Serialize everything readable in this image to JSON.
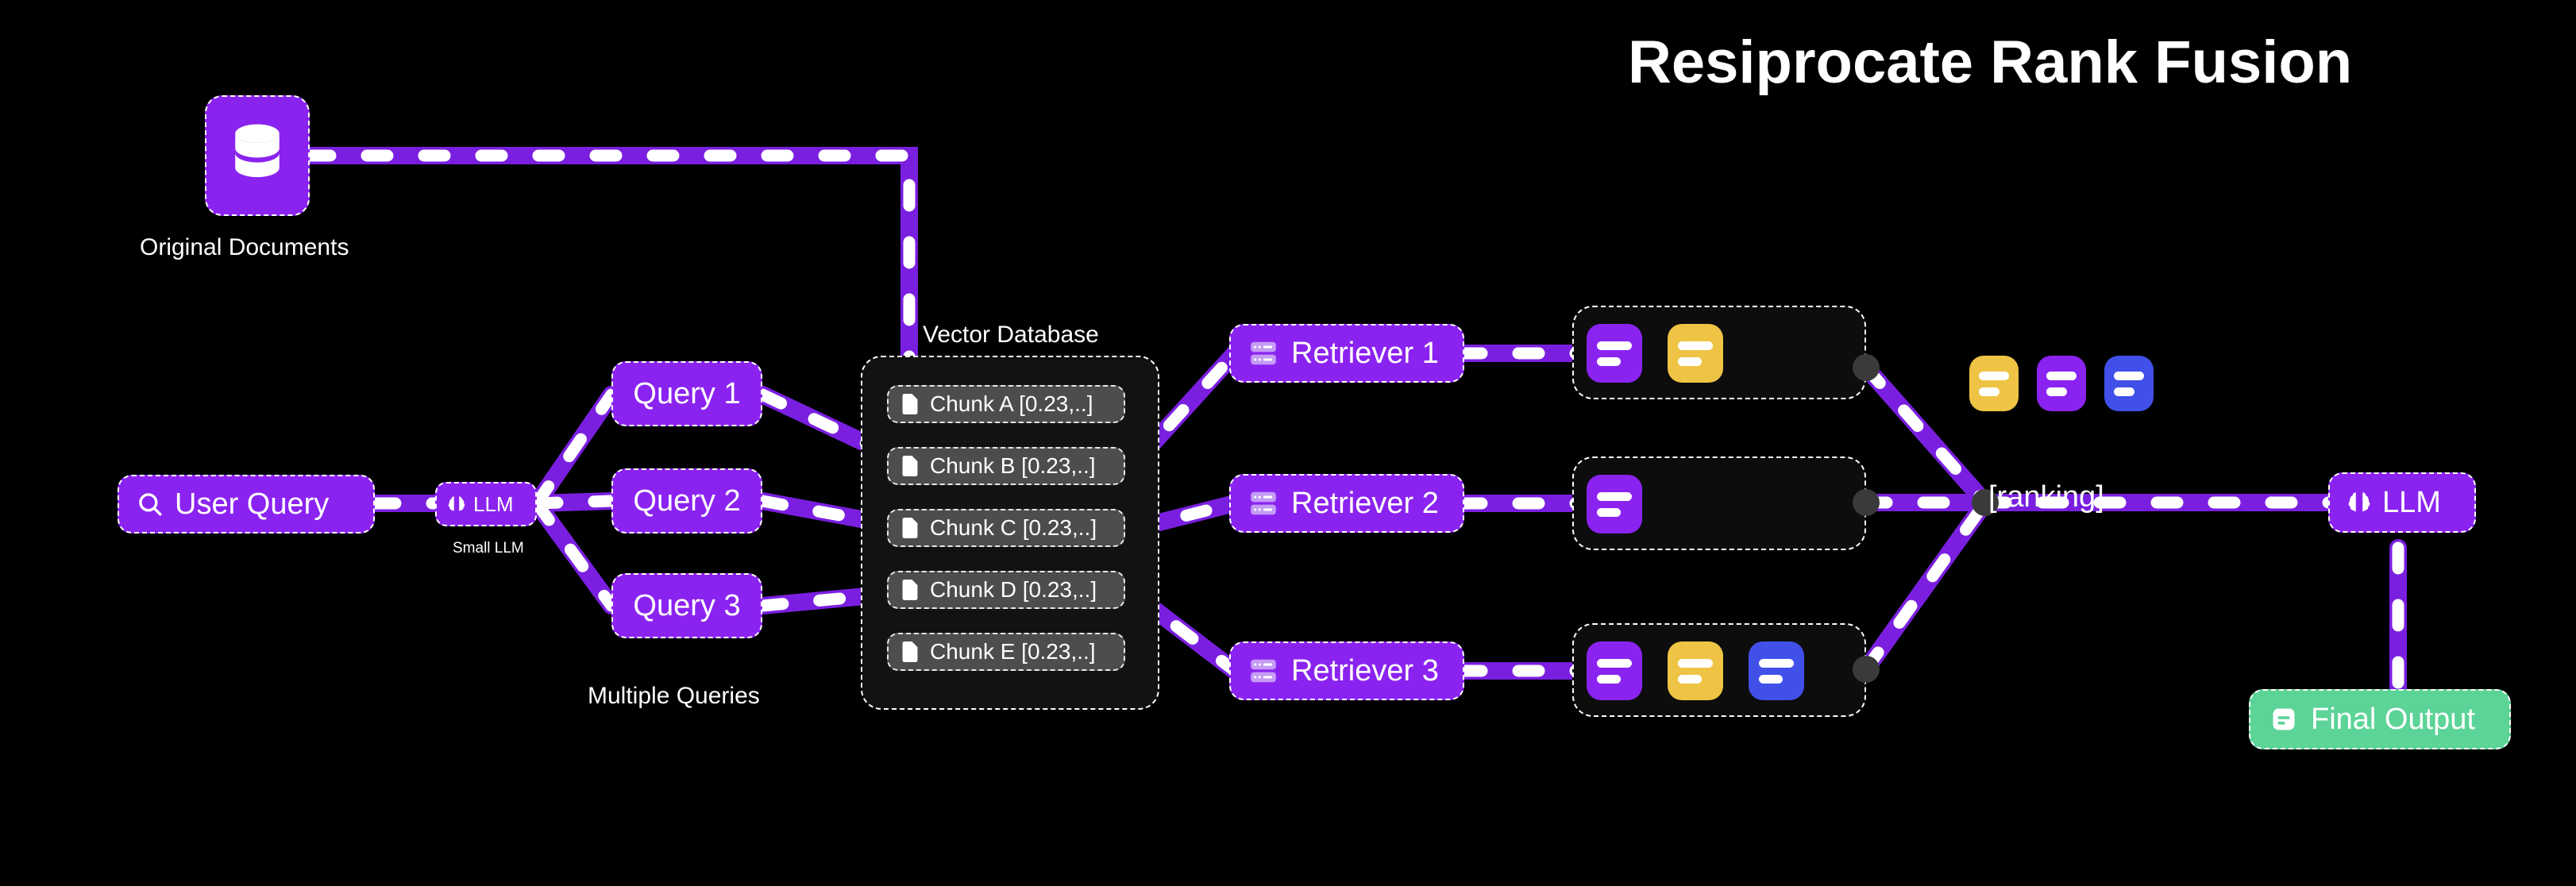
{
  "title": "Resiprocate Rank Fusion",
  "nodes": {
    "original_documents": {
      "label": "Original Documents",
      "icon": "database-icon"
    },
    "user_query": {
      "label": "User Query",
      "icon": "search-icon"
    },
    "small_llm": {
      "label": "LLM",
      "caption": "Small LLM",
      "icon": "brain-icon"
    },
    "queries": [
      {
        "label": "Query 1"
      },
      {
        "label": "Query 2"
      },
      {
        "label": "Query 3"
      }
    ],
    "multiple_queries_caption": "Multiple Queries",
    "vector_database": {
      "label": "Vector Database",
      "chunks": [
        {
          "label": "Chunk A [0.23,..]",
          "icon": "file-icon"
        },
        {
          "label": "Chunk B [0.23,..]",
          "icon": "file-icon"
        },
        {
          "label": "Chunk C [0.23,..]",
          "icon": "file-icon"
        },
        {
          "label": "Chunk D [0.23,..]",
          "icon": "file-icon"
        },
        {
          "label": "Chunk E [0.23,..]",
          "icon": "file-icon"
        }
      ]
    },
    "retrievers": [
      {
        "label": "Retriever 1",
        "icon": "server-rack-icon"
      },
      {
        "label": "Retriever 2",
        "icon": "server-rack-icon"
      },
      {
        "label": "Retriever 3",
        "icon": "server-rack-icon"
      }
    ],
    "ranking_label": "[ranking]",
    "final_llm": {
      "label": "LLM",
      "icon": "brain-icon"
    },
    "final_output": {
      "label": "Final Output",
      "icon": "document-icon"
    }
  },
  "result_groups": [
    {
      "cards": [
        "#8B23F0",
        "#EFC445"
      ]
    },
    {
      "cards": [
        "#8B23F0"
      ]
    },
    {
      "cards": [
        "#8B23F0",
        "#EFC445",
        "#4050E8"
      ]
    }
  ],
  "fused_cards": [
    "#EFC445",
    "#8B23F0",
    "#4050E8"
  ],
  "colors": {
    "background": "#000000",
    "accent_purple": "#8B23F0",
    "edge_purple": "#7A1FE0",
    "card_yellow": "#EFC445",
    "card_blue": "#4050E8",
    "final_green": "#5CD497",
    "chunk_gray": "#4d4d4d",
    "node_dot": "#3a3a3a",
    "text": "#ffffff"
  }
}
